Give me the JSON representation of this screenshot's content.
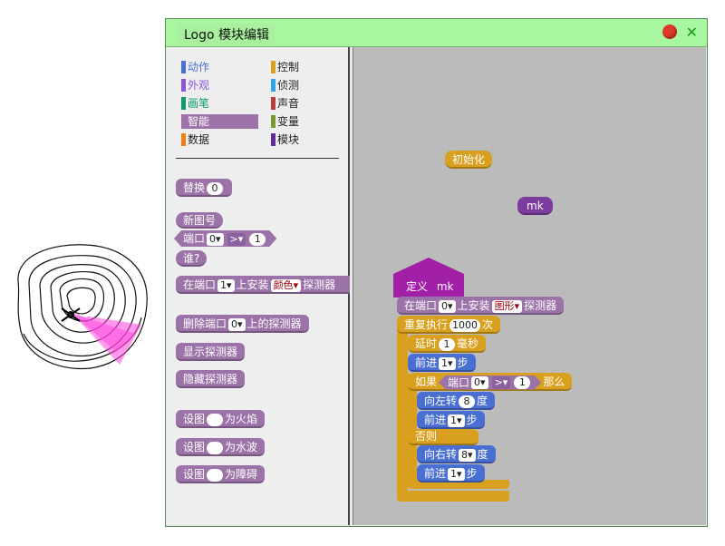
{
  "window": {
    "title": "Logo 模块编辑"
  },
  "categories": [
    {
      "label": "动作",
      "color": "#4a6fd3",
      "text_color": "#4a6fd3"
    },
    {
      "label": "外观",
      "color": "#8a55d7",
      "text_color": "#8a55d7"
    },
    {
      "label": "画笔",
      "color": "#0e9a6c",
      "text_color": "#0e9a6c"
    },
    {
      "label": "智能",
      "color": "#9d72a8",
      "text_color": "#ffffff",
      "selected": true
    },
    {
      "label": "数据",
      "color": "#ee7d16",
      "text_color": "#222222"
    },
    {
      "label": "控制",
      "color": "#d8a01e",
      "text_color": "#222222"
    },
    {
      "label": "侦测",
      "color": "#2ca5e2",
      "text_color": "#222222"
    },
    {
      "label": "声音",
      "color": "#bb3a3a",
      "text_color": "#222222"
    },
    {
      "label": "变量",
      "color": "#7a9a30",
      "text_color": "#222222"
    },
    {
      "label": "模块",
      "color": "#632d99",
      "text_color": "#222222"
    }
  ],
  "palette": {
    "replace": {
      "label": "替换",
      "value": "0"
    },
    "new_id": "新图号",
    "port_compare": {
      "label": "端口",
      "port": "0",
      "op": ">",
      "value": "1"
    },
    "who": "谁?",
    "install": {
      "pre": "在端口",
      "port": "1",
      "mid": "上安装",
      "kind": "颜色",
      "post": "探测器"
    },
    "remove": {
      "pre": "删除端口",
      "port": "0",
      "post": "上的探测器"
    },
    "show": "显示探测器",
    "hide": "隐藏探测器",
    "set_fire": {
      "pre": "设图",
      "post": "为火焰"
    },
    "set_water": {
      "pre": "设图",
      "post": "为水波"
    },
    "set_obstacle": {
      "pre": "设图",
      "post": "为障碍"
    }
  },
  "script": {
    "init": "初始化",
    "mk": "mk",
    "define": {
      "label": "定义",
      "name": "mk"
    },
    "install": {
      "pre": "在端口",
      "port": "0",
      "mid": "上安装",
      "kind": "图形",
      "post": "探测器"
    },
    "repeat": {
      "pre": "重复执行",
      "count": "1000",
      "post": "次"
    },
    "wait": {
      "pre": "延时",
      "value": "1",
      "post": "毫秒"
    },
    "forward1": {
      "pre": "前进",
      "value": "1",
      "post": "步"
    },
    "if": {
      "pre": "如果",
      "port_label": "端口",
      "port": "0",
      "op": ">",
      "value": "1",
      "post": "那么"
    },
    "left": {
      "pre": "向左转",
      "value": "8",
      "post": "度"
    },
    "forward2": {
      "pre": "前进",
      "value": "1",
      "post": "步"
    },
    "else": "否则",
    "right": {
      "pre": "向右转",
      "value": "8",
      "post": "度"
    },
    "forward3": {
      "pre": "前进",
      "value": "1",
      "post": "步"
    }
  },
  "colors": {
    "title_bar": "#a8f6a0",
    "looks_purple": "#9b73a8",
    "control_gold": "#d8a01e",
    "motion_blue": "#4a6fd3",
    "module_violet": "#7c3c9f",
    "close_red": "#e23a2a"
  }
}
